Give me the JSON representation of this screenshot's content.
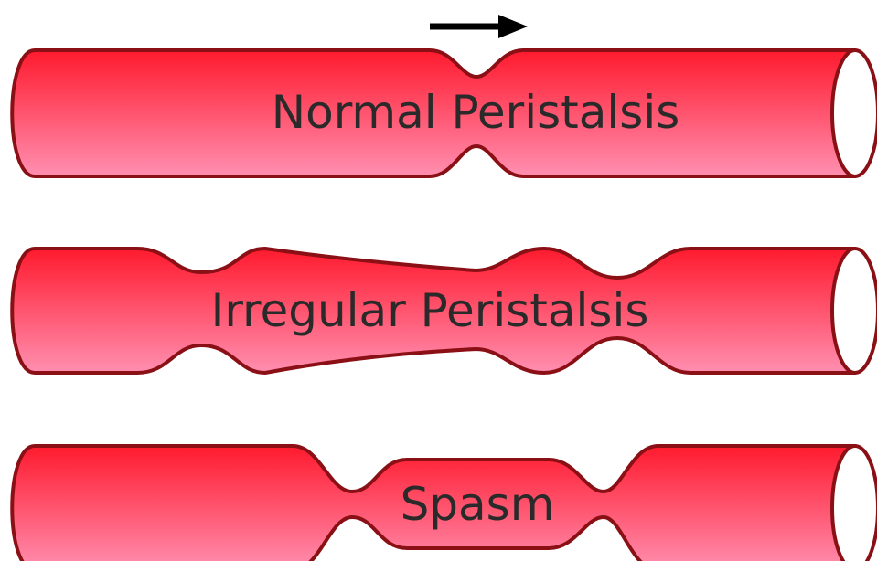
{
  "colors": {
    "tube_top": "#ff1a2e",
    "tube_bottom": "#ff8fb0",
    "outline": "#8a1016",
    "arrow": "#000000",
    "label": "#2a2a2a"
  },
  "direction_arrow": {
    "icon": "right-arrow-icon"
  },
  "tubes": [
    {
      "label": "Normal Peristalsis"
    },
    {
      "label": "Irregular Peristalsis"
    },
    {
      "label": "Spasm"
    }
  ]
}
